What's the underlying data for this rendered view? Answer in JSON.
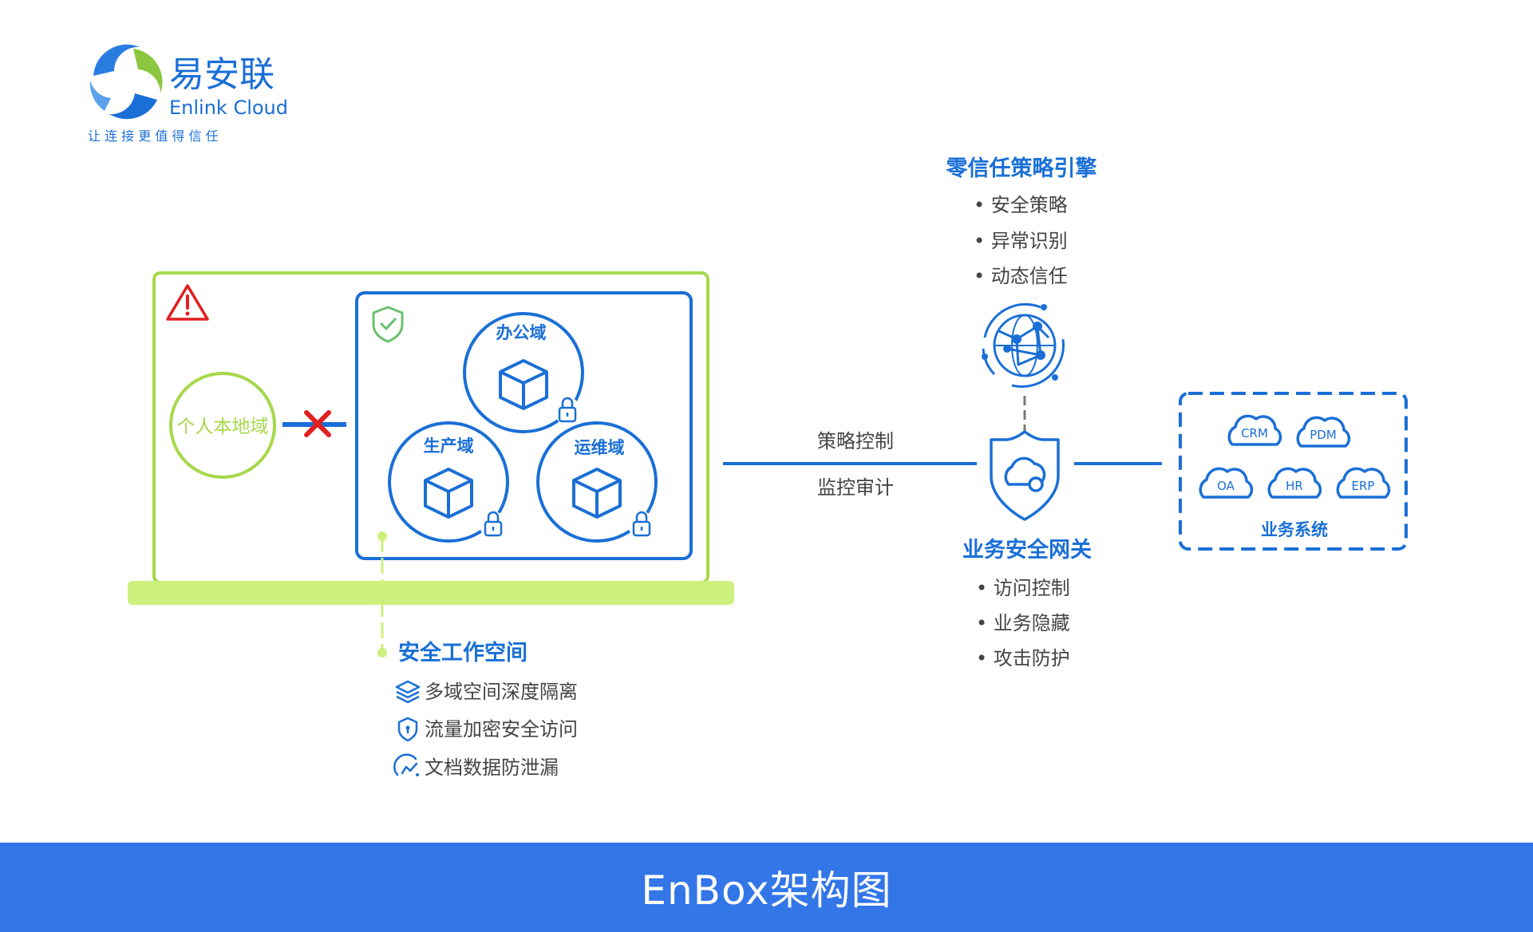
{
  "logo": {
    "name_cn": "易安联",
    "name_en": "Enlink Cloud",
    "slogan": "让 连 接 更 值 得 信 任"
  },
  "local": {
    "label": "个人本地域"
  },
  "domains": {
    "office": "办公域",
    "production": "生产域",
    "ops": "运维域"
  },
  "workspace": {
    "title": "安全工作空间",
    "features": [
      "多域空间深度隔离",
      "流量加密安全访问",
      "文档数据防泄漏"
    ]
  },
  "link": {
    "label_top": "策略控制",
    "label_bottom": "监控审计"
  },
  "engine": {
    "title": "零信任策略引擎",
    "items": [
      "安全策略",
      "异常识别",
      "动态信任"
    ]
  },
  "gateway": {
    "title": "业务安全网关",
    "items": [
      "访问控制",
      "业务隐藏",
      "攻击防护"
    ]
  },
  "systems": {
    "label": "业务系统",
    "clouds": [
      "CRM",
      "PDM",
      "OA",
      "HR",
      "ERP"
    ]
  },
  "footer": {
    "title": "EnBox架构图"
  },
  "colors": {
    "blue": "#1a6fd6",
    "green": "#a6d84a",
    "base_green": "#cdf07c",
    "red": "#e02020",
    "footer": "#3276e8"
  },
  "icons": {
    "warning": "warning-triangle-icon",
    "shield": "shield-check-icon",
    "cube": "cube-icon",
    "lock": "lock-icon",
    "layers": "layers-icon",
    "encrypt": "shield-lock-icon",
    "leak": "data-chart-icon",
    "globe": "network-globe-icon",
    "gateway": "gateway-shield-icon",
    "cloud": "cloud-icon",
    "block": "red-x-icon"
  }
}
